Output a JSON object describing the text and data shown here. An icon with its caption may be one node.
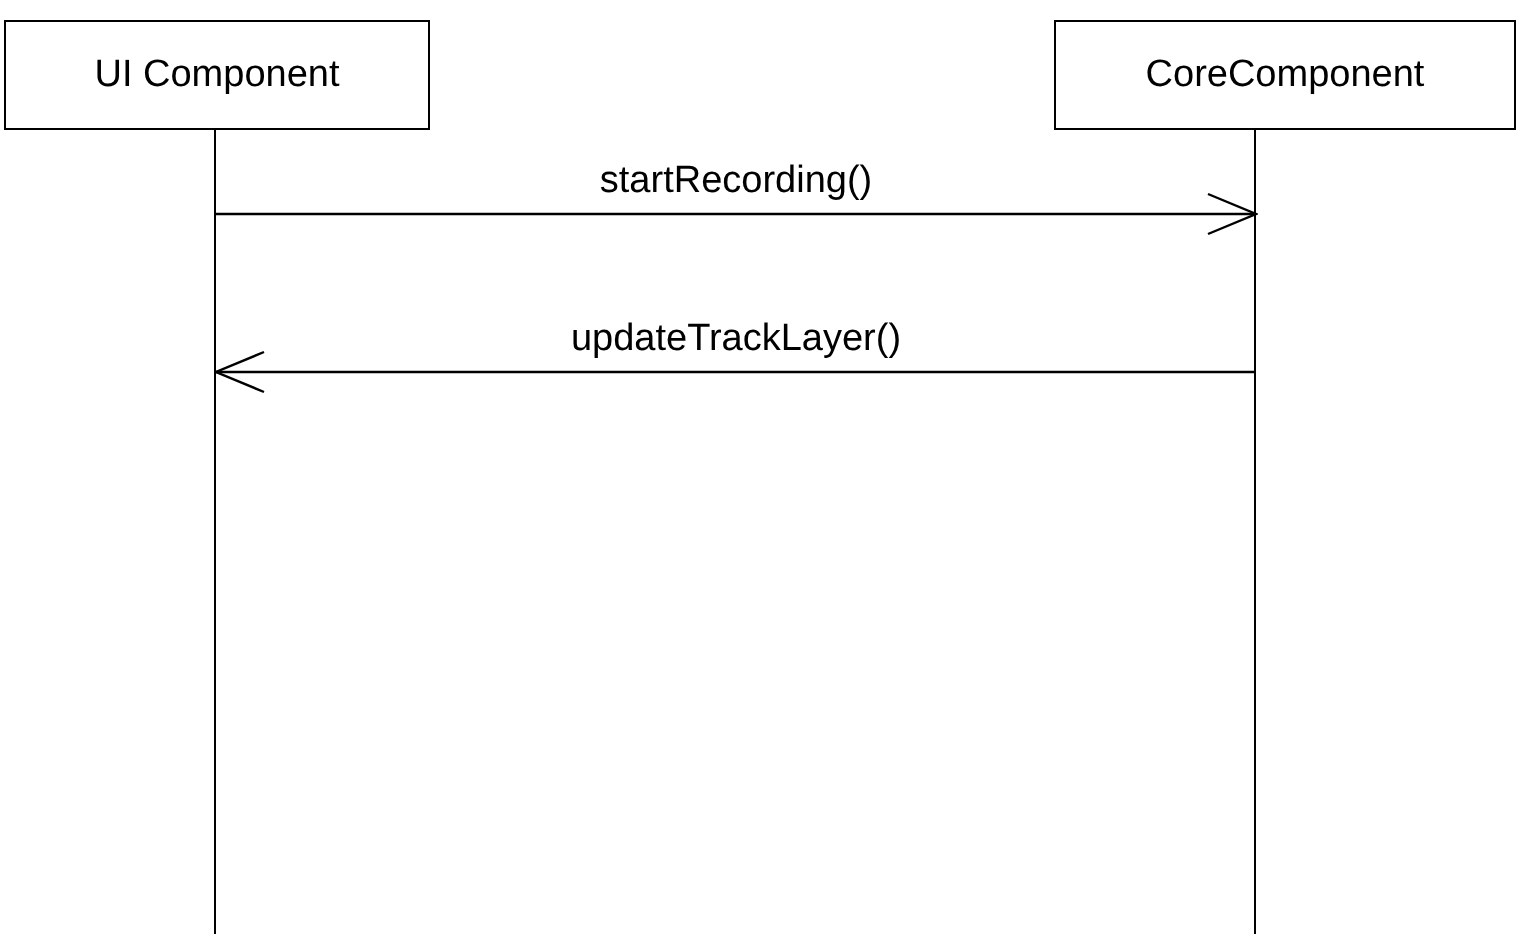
{
  "diagram": {
    "nodes": [
      {
        "text": [
          "UI Component"
        ]
      },
      {
        "text": [
          "CoreComponent"
        ]
      }
    ],
    "edges": [
      {
        "from": 0,
        "to": 1,
        "arrow": "to",
        "label": "startRecording()"
      },
      {
        "from": 1,
        "to": 0,
        "arrow": "to",
        "label": "updateTrackLayer()"
      }
    ]
  }
}
